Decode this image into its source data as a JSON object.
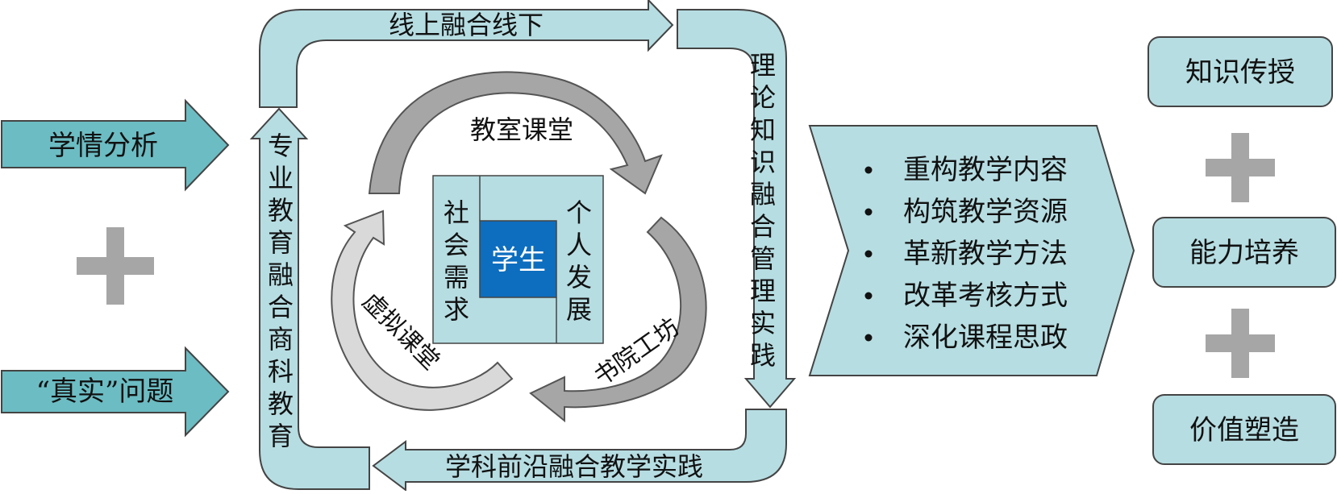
{
  "colors": {
    "frame_fill": "#b6dde2",
    "input_arrow_fill": "#6cbcc3",
    "stroke": "#444444",
    "plus": "#a6a6a6",
    "cycle_dark": "#a6a6a6",
    "cycle_light": "#d9d9d9",
    "student_fill": "#0d6ebf",
    "center_fill": "#b6dde2"
  },
  "inputs": {
    "analysis": "学情分析",
    "problems": "“真实”问题",
    "plus_icon": "plus-icon"
  },
  "frame": {
    "top": "线上融合线下",
    "right": "理论知识融合管理实践",
    "bottom": "学科前沿融合教学实践",
    "left": "专业教育融合商科教育"
  },
  "cycle": {
    "classroom": "教室课堂",
    "academy": "书院工坊",
    "virtual": "虚拟课堂"
  },
  "center": {
    "student": "学生",
    "society": "社会需求",
    "personal": "个人发展"
  },
  "measures": [
    "重构教学内容",
    "构筑教学资源",
    "革新教学方法",
    "改革考核方式",
    "深化课程思政"
  ],
  "outcomes": {
    "knowledge": "知识传授",
    "ability": "能力培养",
    "value": "价值塑造"
  }
}
